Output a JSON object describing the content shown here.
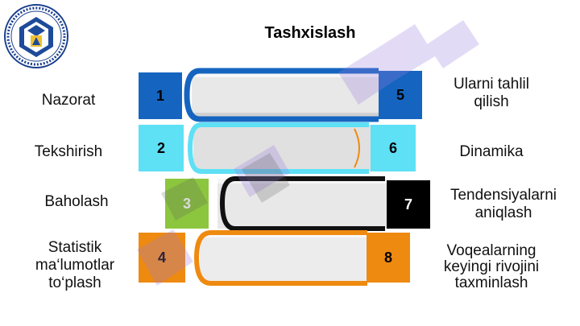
{
  "title": "Tashxislash",
  "left_labels": [
    "Nazorat",
    "Tekshirish",
    "Baholash",
    "Statistik ma‘lumotlar to‘plash"
  ],
  "right_labels": [
    "Ularni tahlil qilish",
    "Dinamika",
    "Tendensiyalarni aniqlash",
    "Voqealarning keyingi rivojini taxminlash"
  ],
  "numbers": [
    "1",
    "2",
    "3",
    "4",
    "5",
    "6",
    "7",
    "8"
  ],
  "colors": {
    "book1": "#1565c0",
    "book2": "#5ee0f5",
    "book3": "#111111",
    "book4": "#ef8a10",
    "green": "#8cc63f",
    "watermark": "#9b7fe0"
  },
  "logo_icon": "university-emblem-icon"
}
